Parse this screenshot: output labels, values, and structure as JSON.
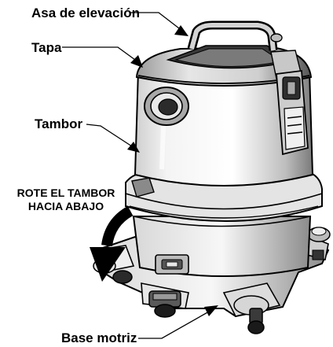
{
  "labels": {
    "asa": "Asa de elevación",
    "tapa": "Tapa",
    "tambor": "Tambor",
    "rote_line1": "ROTE EL TAMBOR",
    "rote_line2": "HACIA ABAJO",
    "base": "Base motriz"
  },
  "icons": {
    "vacuum": "wet-dry-vacuum-drawing",
    "rotate_arrow": "curved-arrow-down"
  },
  "colors": {
    "ink": "#000000",
    "paper": "#ffffff",
    "shade_dark": "#2a2a2a",
    "shade_mid": "#8a8a8a",
    "shade_light": "#d6d6d6"
  }
}
